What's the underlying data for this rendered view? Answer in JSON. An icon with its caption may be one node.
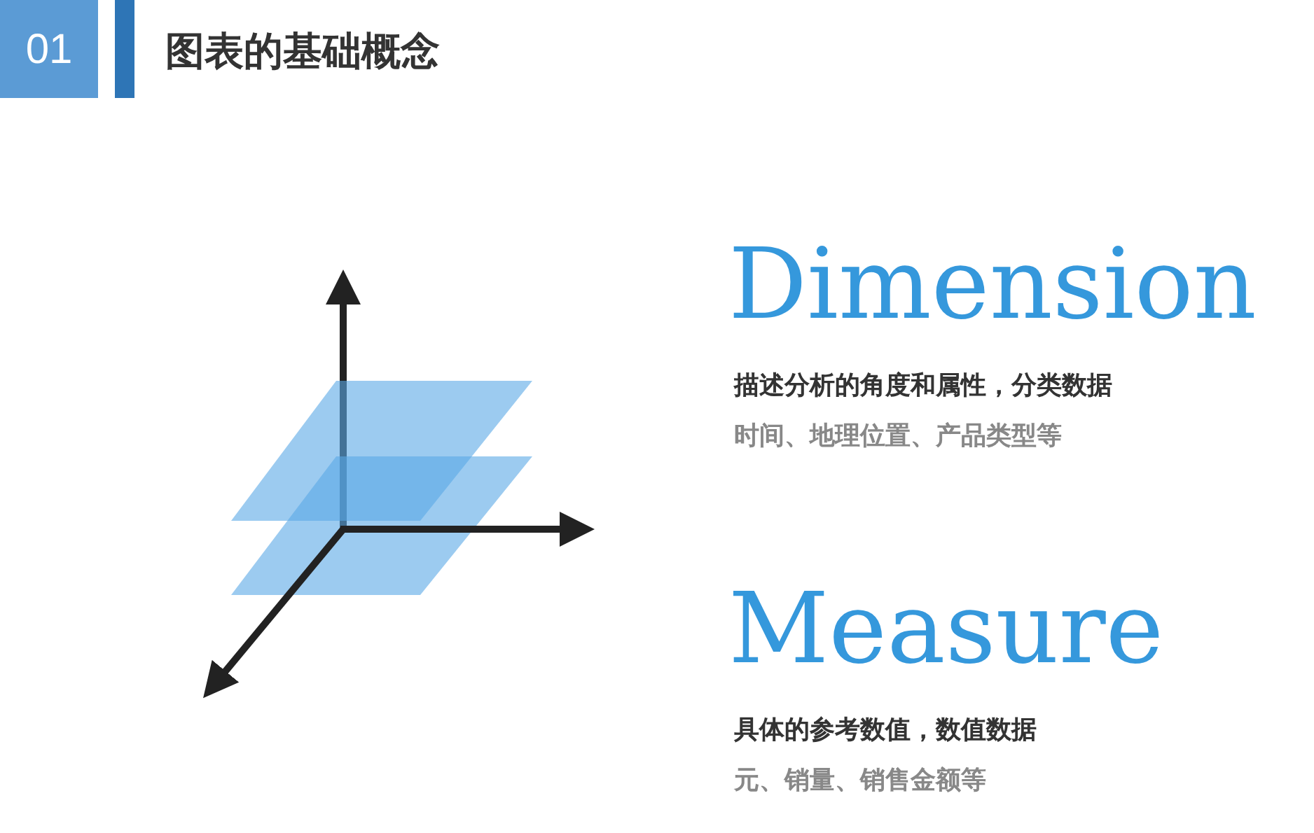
{
  "diagram": {
    "title": "图表的基础概念",
    "nodes": [
      {
        "text": [
          "01"
        ]
      }
    ],
    "labels": [
      "Dimension",
      "描述分析的角度和属性，分类数据",
      "时间、地理位置、产品类型等",
      "Measure",
      "具体的参考数值，数值数据",
      "元、销量、销售金额等"
    ]
  }
}
